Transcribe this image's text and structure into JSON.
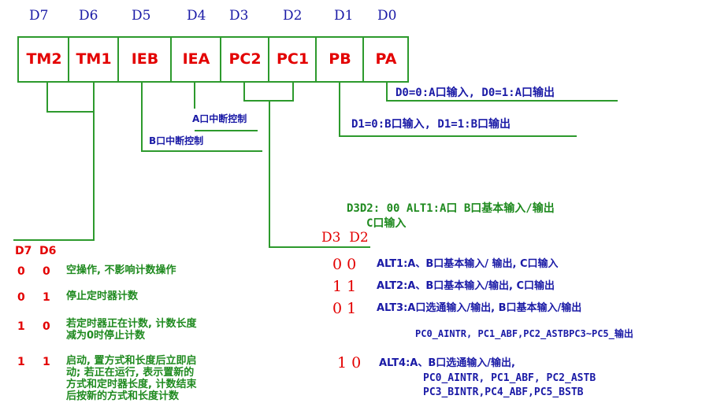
{
  "bit_labels": [
    "D7",
    "D6",
    "D5",
    "D4",
    "D3",
    "D2",
    "D1",
    "D0"
  ],
  "fields": [
    "TM2",
    "TM1",
    "IEB",
    "IEA",
    "PC2",
    "PC1",
    "PB",
    "PA"
  ],
  "notes": {
    "d0": "D0=0:A口输入, D0=1:A口输出",
    "d1": "D1=0:B口输入, D1=1:B口输出",
    "a_int": "A口中断控制",
    "b_int": "B口中断控制",
    "d3d2_line1": "D3D2:  00 ALT1:A口 B口基本输入/输出",
    "d3d2_line2": "C口输入"
  },
  "timer_table": {
    "head_d7": "D7",
    "head_d6": "D6",
    "rows": [
      {
        "d7": "0",
        "d6": "0",
        "desc": "空操作, 不影响计数操作"
      },
      {
        "d7": "0",
        "d6": "1",
        "desc": "停止定时器计数"
      },
      {
        "d7": "1",
        "d6": "0",
        "desc": "若定时器正在计数, 计数长度\n减为0时停止计数"
      },
      {
        "d7": "1",
        "d6": "1",
        "desc": "启动, 置方式和长度后立即启\n动; 若正在运行, 表示置新的\n方式和定时器长度, 计数结束\n后按新的方式和长度计数"
      }
    ]
  },
  "mode_table": {
    "head": "D3  D2",
    "rows": [
      {
        "bits": "0 0",
        "desc": "ALT1:A、B口基本输入/ 输出, C口输入"
      },
      {
        "bits": "1 1",
        "desc": "ALT2:A、B口基本输入/输出, C口输出"
      },
      {
        "bits": "0 1",
        "desc": "ALT3:A口选通输入/输出, B口基本输入/输出"
      },
      {
        "bits": "1 0",
        "desc": "ALT4:A、B口选通输入/输出,"
      }
    ],
    "alt3_detail": "PC0_AINTR, PC1_ABF,PC2_ASTBPC3~PC5_输出",
    "alt4_detail1": "PC0_AINTR, PC1_ABF, PC2_ASTB",
    "alt4_detail2": "PC3_BINTR,PC4_ABF,PC5_BSTB"
  },
  "colors": {
    "frame": "#2d9a2d",
    "field_text": "#e30000",
    "label_blue": "#1a1aa6",
    "note_green": "#1f8a1f"
  }
}
